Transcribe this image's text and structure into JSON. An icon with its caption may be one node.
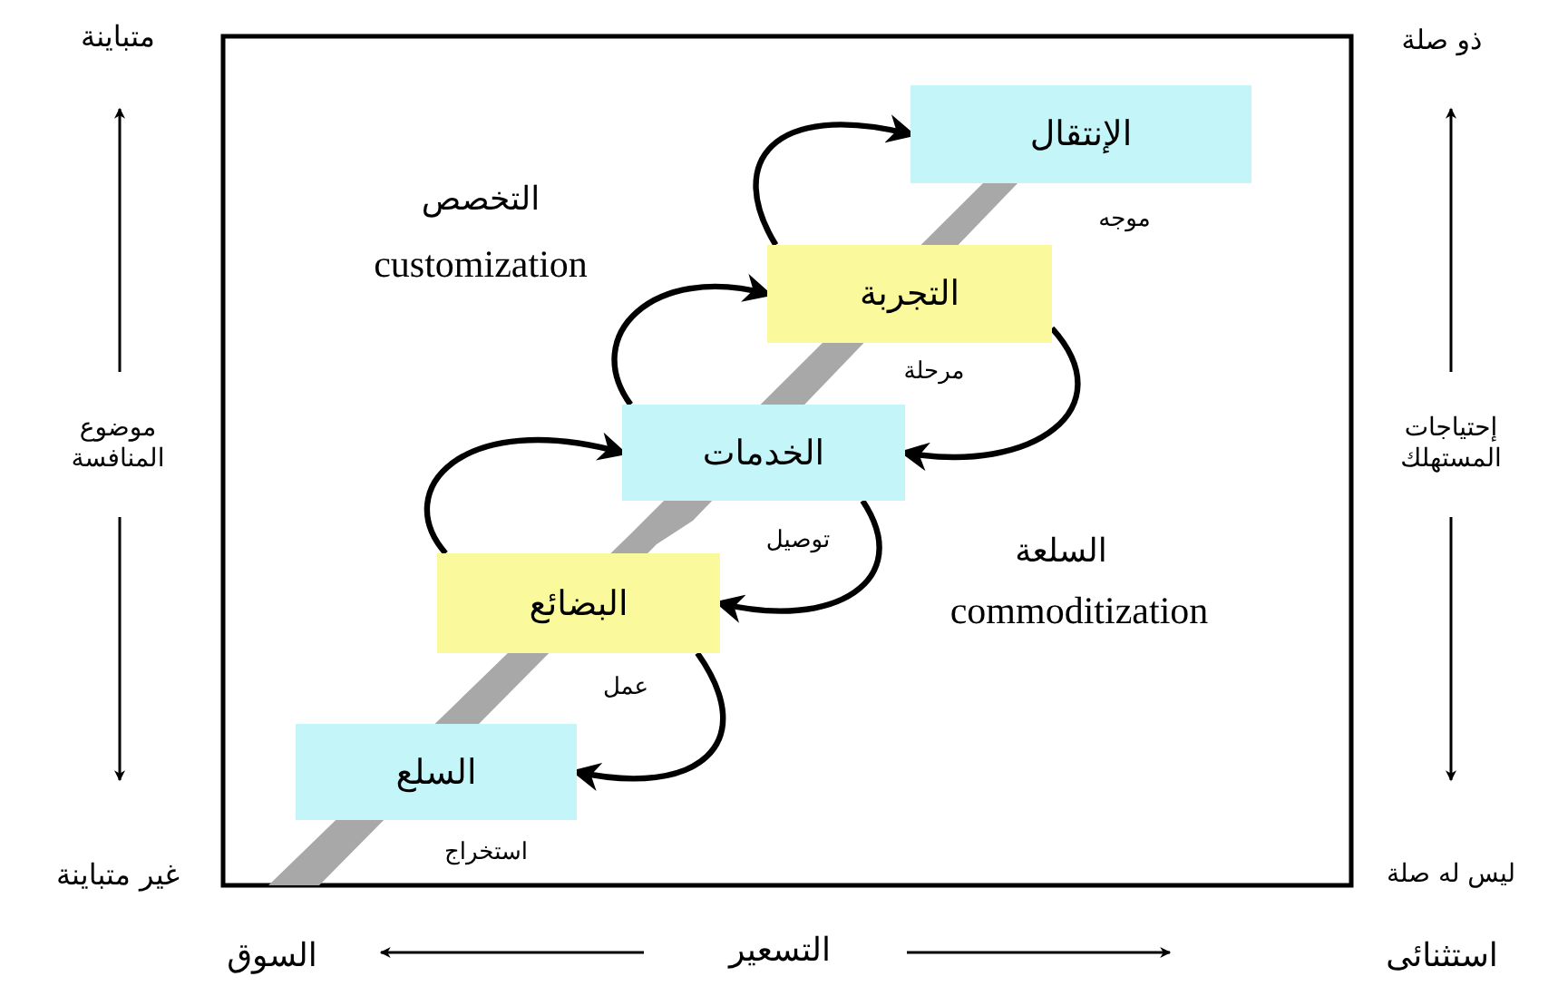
{
  "diagram": {
    "nodes": [
      {
        "text": [
          "السلع"
        ],
        "beside": [
          "استخراج"
        ]
      },
      {
        "text": [
          "البضائع"
        ],
        "beside": [
          "عمل"
        ]
      },
      {
        "text": [
          "الخدمات"
        ],
        "beside": [
          "توصيل"
        ]
      },
      {
        "text": [
          "التجربة"
        ],
        "beside": [
          "مرحلة"
        ]
      },
      {
        "text": [
          "الإنتقال"
        ],
        "beside": [
          "موجه"
        ]
      }
    ],
    "edges": [
      {
        "from": 1,
        "to": 2,
        "arrow": "to"
      },
      {
        "from": 2,
        "to": 3,
        "arrow": "to"
      },
      {
        "from": 3,
        "to": 4,
        "arrow": "to"
      },
      {
        "from": 3,
        "to": 2,
        "arrow": "to"
      },
      {
        "from": 2,
        "to": 1,
        "arrow": "to"
      },
      {
        "from": 1,
        "to": 0,
        "arrow": "to"
      }
    ],
    "labels": [
      "متباينة",
      "ذو صلة",
      "التخصص",
      "customization",
      "موضوع المنافسة",
      "إحتياجات المستهلك",
      "السلعة",
      "commoditization",
      "غير متباينة",
      "ليس له صلة",
      "السوق",
      "التسعير",
      "استثنائى"
    ]
  }
}
